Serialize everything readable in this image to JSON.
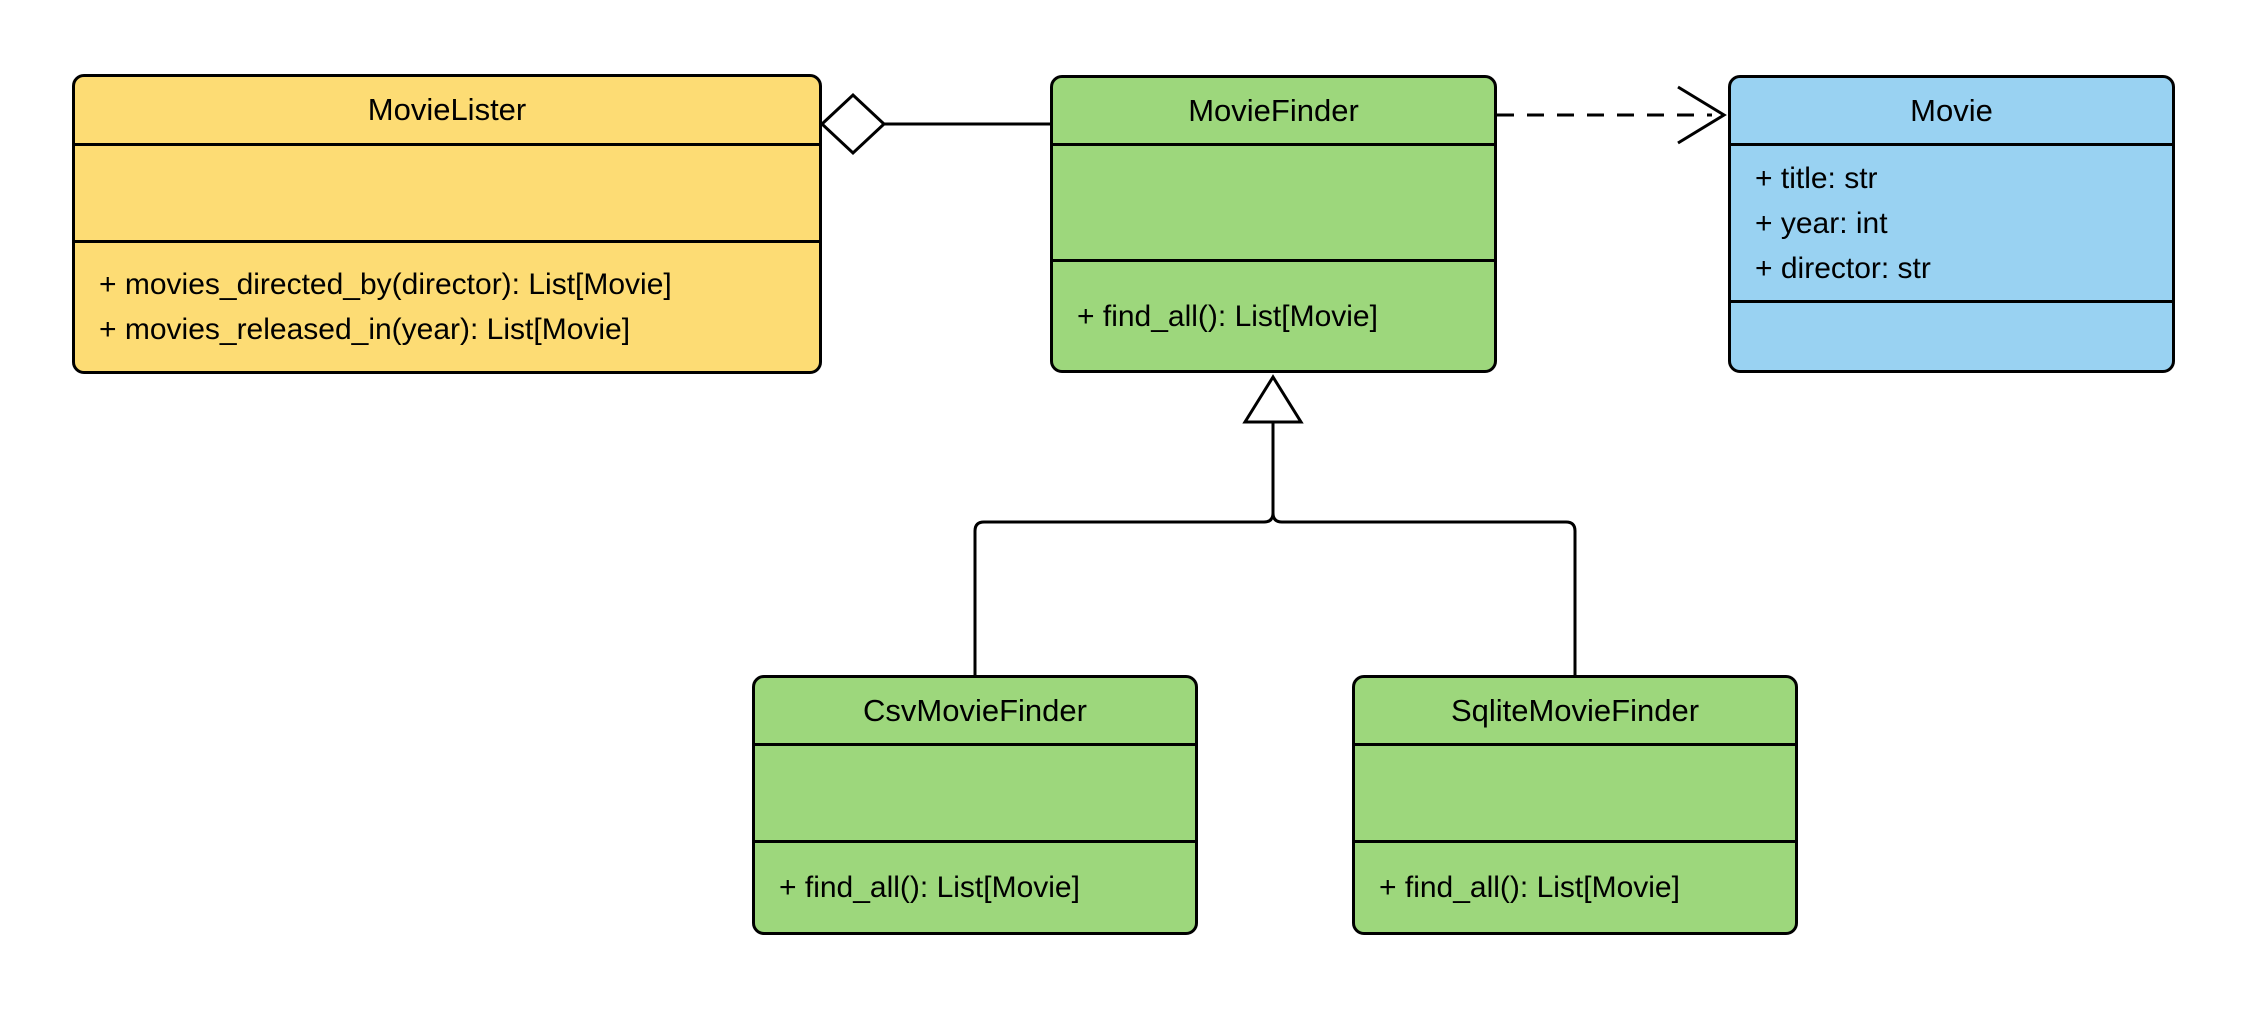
{
  "diagram": {
    "type": "uml-class-diagram",
    "background_color": "#ffffff",
    "line_color": "#000000",
    "classes": [
      {
        "id": "movielister",
        "name": "MovieLister",
        "fill": "#FDDC74",
        "attributes": [],
        "methods": [
          "+ movies_directed_by(director): List[Movie]",
          "+ movies_released_in(year): List[Movie]"
        ]
      },
      {
        "id": "moviefinder",
        "name": "MovieFinder",
        "fill": "#9DD77C",
        "attributes": [],
        "methods": [
          "+ find_all(): List[Movie]"
        ]
      },
      {
        "id": "movie",
        "name": "Movie",
        "fill": "#99D2F2",
        "attributes": [
          "+ title: str",
          "+ year: int",
          "+ director: str"
        ],
        "methods": []
      },
      {
        "id": "csvmoviefinder",
        "name": "CsvMovieFinder",
        "fill": "#9DD77C",
        "attributes": [],
        "methods": [
          "+ find_all(): List[Movie]"
        ]
      },
      {
        "id": "sqlitemoviefinder",
        "name": "SqliteMovieFinder",
        "fill": "#9DD77C",
        "attributes": [],
        "methods": [
          "+ find_all(): List[Movie]"
        ]
      }
    ],
    "relationships": [
      {
        "from": "MovieLister",
        "to": "MovieFinder",
        "type": "aggregation"
      },
      {
        "from": "MovieFinder",
        "to": "Movie",
        "type": "dependency"
      },
      {
        "from": "CsvMovieFinder",
        "to": "MovieFinder",
        "type": "inheritance"
      },
      {
        "from": "SqliteMovieFinder",
        "to": "MovieFinder",
        "type": "inheritance"
      }
    ]
  }
}
